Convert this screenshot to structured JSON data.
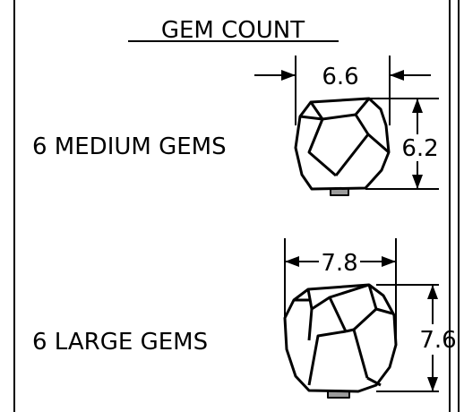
{
  "title": "GEM COUNT",
  "rows": [
    {
      "label": "6 MEDIUM GEMS",
      "width_dim": "6.6",
      "height_dim": "6.2"
    },
    {
      "label": "6 LARGE GEMS",
      "width_dim": "7.8",
      "height_dim": "7.6"
    }
  ],
  "colors": {
    "line": "#000000",
    "background": "#ffffff",
    "stem": "#9c9c9c"
  }
}
